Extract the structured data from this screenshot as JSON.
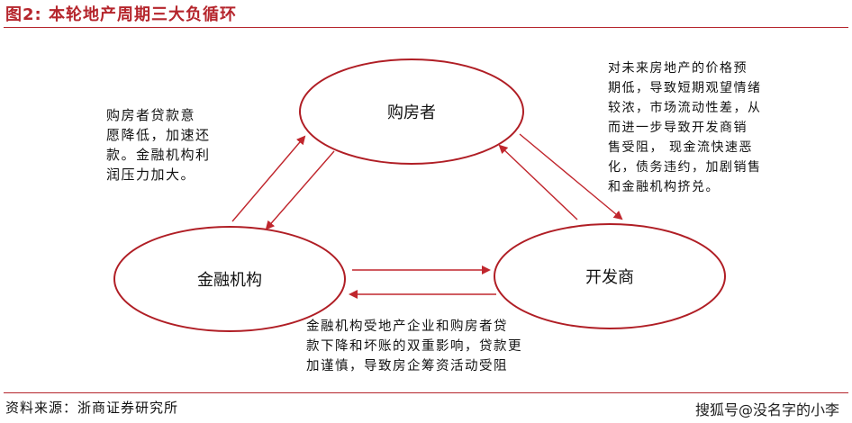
{
  "figure": {
    "title": "图2:  本轮地产周期三大负循环"
  },
  "nodes": {
    "buyer": "购房者",
    "finance": "金融机构",
    "developer": "开发商"
  },
  "notes": {
    "buyer_to_finance": [
      "购房者贷款意",
      "愿降低，加速还",
      "款。金融机构利",
      "润压力加大。"
    ],
    "buyer_to_developer": [
      "对未来房地产的价格预",
      "期低，导致短期观望情绪",
      "较浓，市场流动性差，从",
      "而进一步导致开发商销",
      "售受阻， 现金流快速恶",
      "化，债务违约，加剧销售",
      "和金融机构挤兑。"
    ],
    "finance_to_developer": [
      "金融机构受地产企业和购房者贷",
      "款下降和坏账的双重影响，贷款更",
      "加谨慎，导致房企筹资活动受阻"
    ]
  },
  "footer": {
    "source": "资料来源：浙商证券研究所",
    "watermark": "搜狐号@没名字的小李"
  },
  "colors": {
    "accent": "#b5252c",
    "arrow": "#c0262d",
    "ellipse": "#b01e25",
    "text": "#111111"
  }
}
